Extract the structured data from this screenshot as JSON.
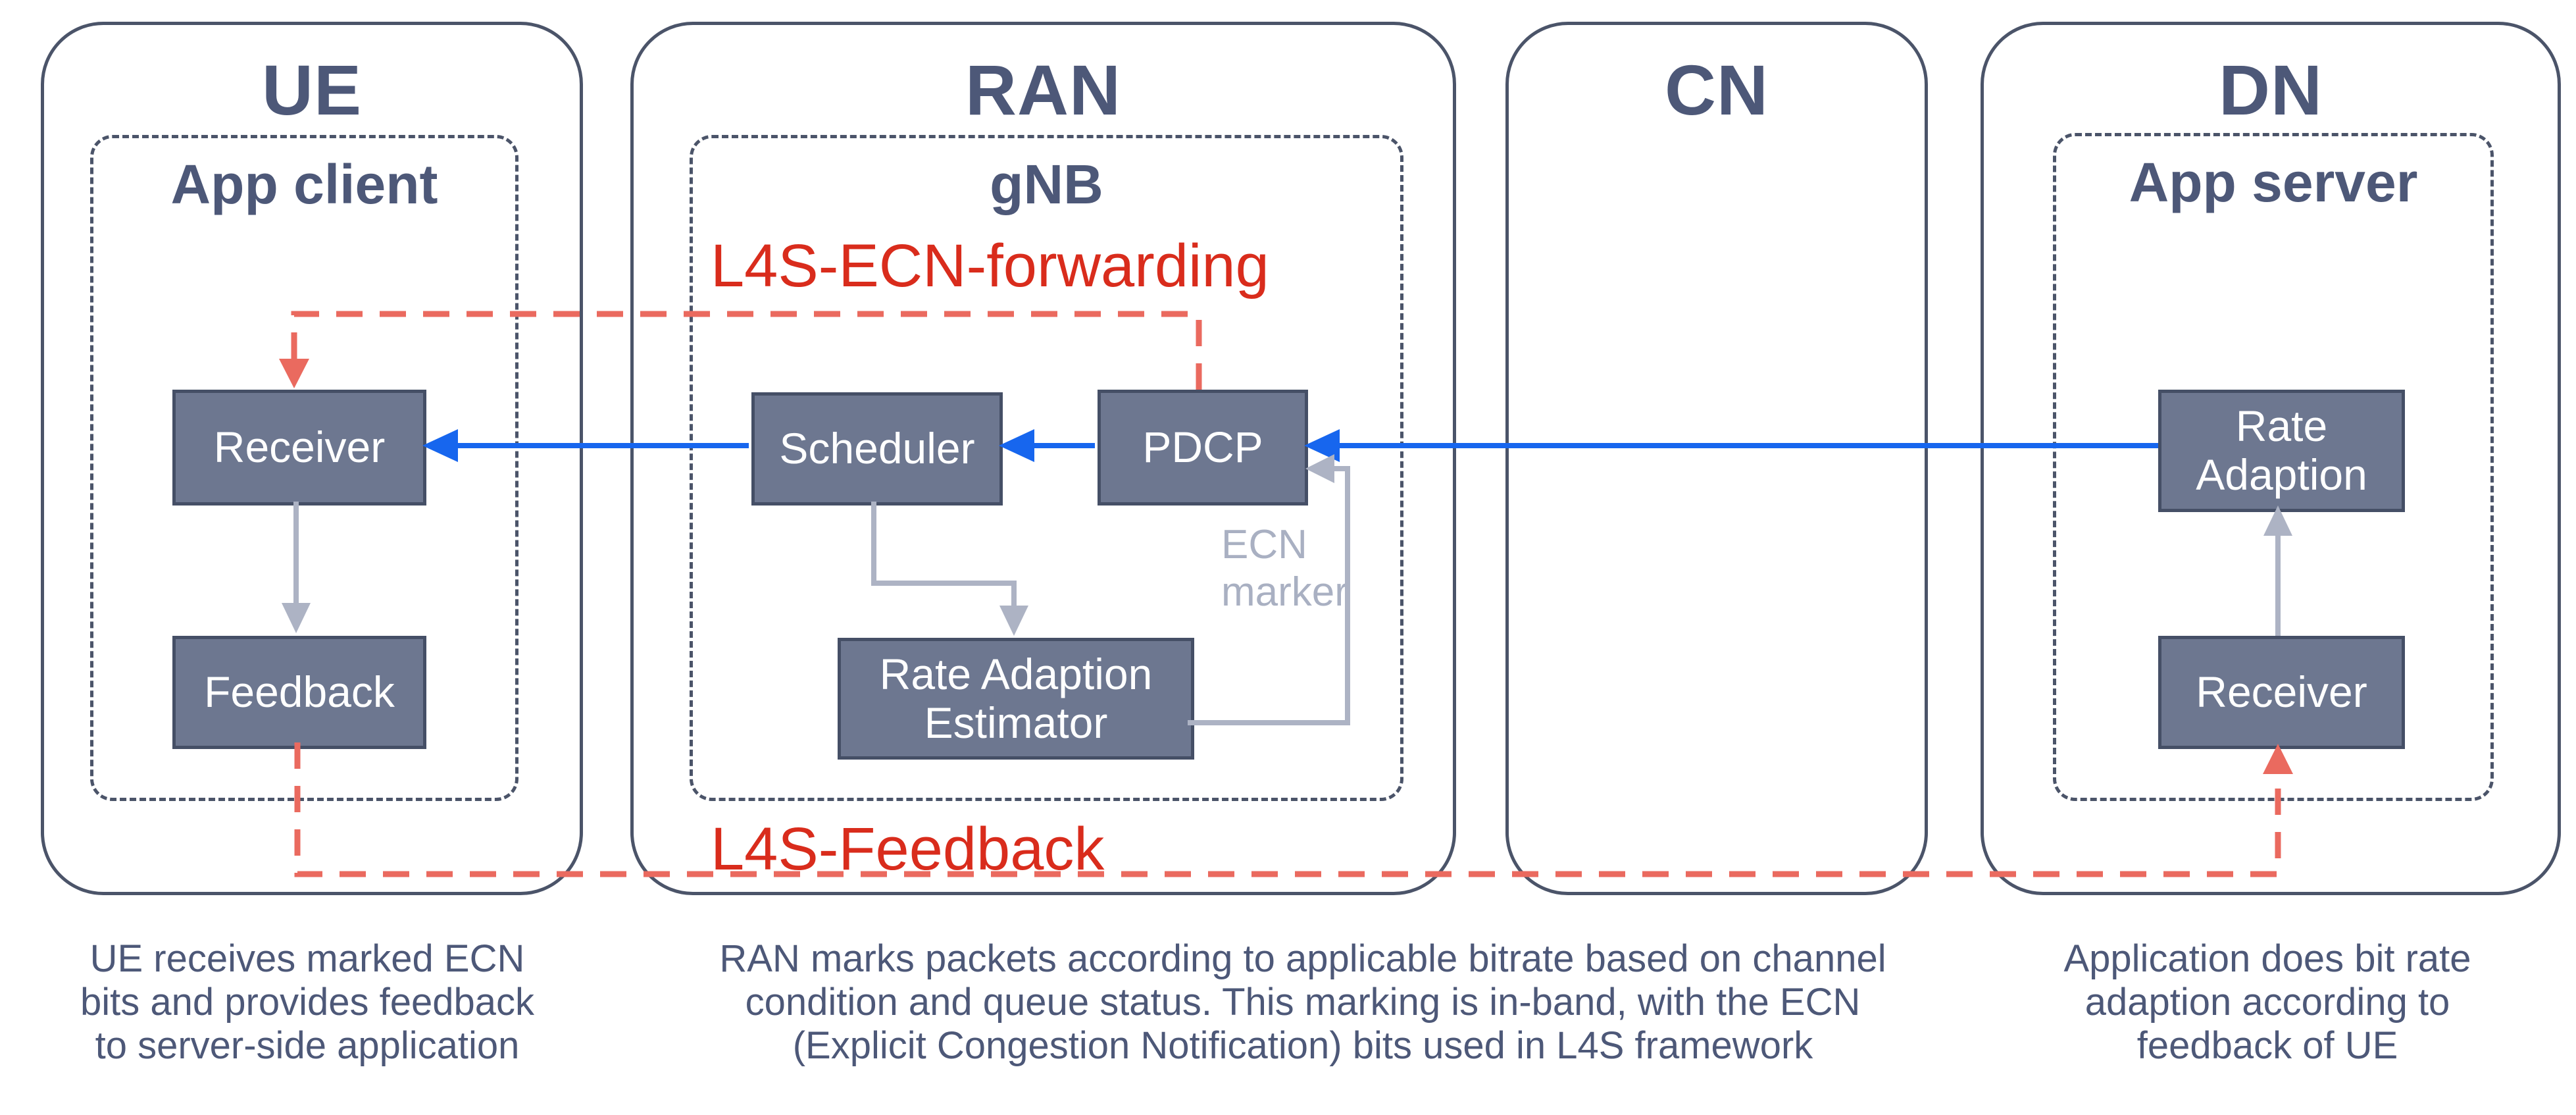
{
  "colors": {
    "outline": "#4b5469",
    "dark_text": "#4d5878",
    "box_fill": "#6d7790",
    "box_border": "#454f66",
    "gray_arrow": "#adb3c4",
    "gray_text": "#a9b0c2",
    "blue_arrow": "#1766ee",
    "red_dash": "#ea6a5f",
    "red_text": "#d92c1c"
  },
  "domains": [
    {
      "id": "ue",
      "label": "UE",
      "inner_label": "App client",
      "caption": "UE receives marked ECN\nbits and provides feedback\nto server-side application"
    },
    {
      "id": "ran",
      "label": "RAN",
      "inner_label": "gNB",
      "caption": "RAN marks packets according to applicable bitrate based on channel\ncondition and queue status. This marking is in-band, with the ECN\n(Explicit Congestion Notification) bits used in L4S framework"
    },
    {
      "id": "cn",
      "label": "CN"
    },
    {
      "id": "dn",
      "label": "DN",
      "inner_label": "App server",
      "caption": "Application does bit rate\nadaption according to\nfeedback of UE"
    }
  ],
  "blocks": {
    "ue_receiver": "Receiver",
    "ue_feedback": "Feedback",
    "ran_scheduler": "Scheduler",
    "ran_pdcp": "PDCP",
    "ran_rate_adaption_estimator": "Rate Adaption\nEstimator",
    "dn_rate_adaption": "Rate\nAdaption",
    "dn_receiver": "Receiver"
  },
  "annotations": {
    "l4s_ecn_forwarding": "L4S-ECN-forwarding",
    "l4s_feedback": "L4S-Feedback",
    "ecn_marker": "ECN\nmarker"
  }
}
